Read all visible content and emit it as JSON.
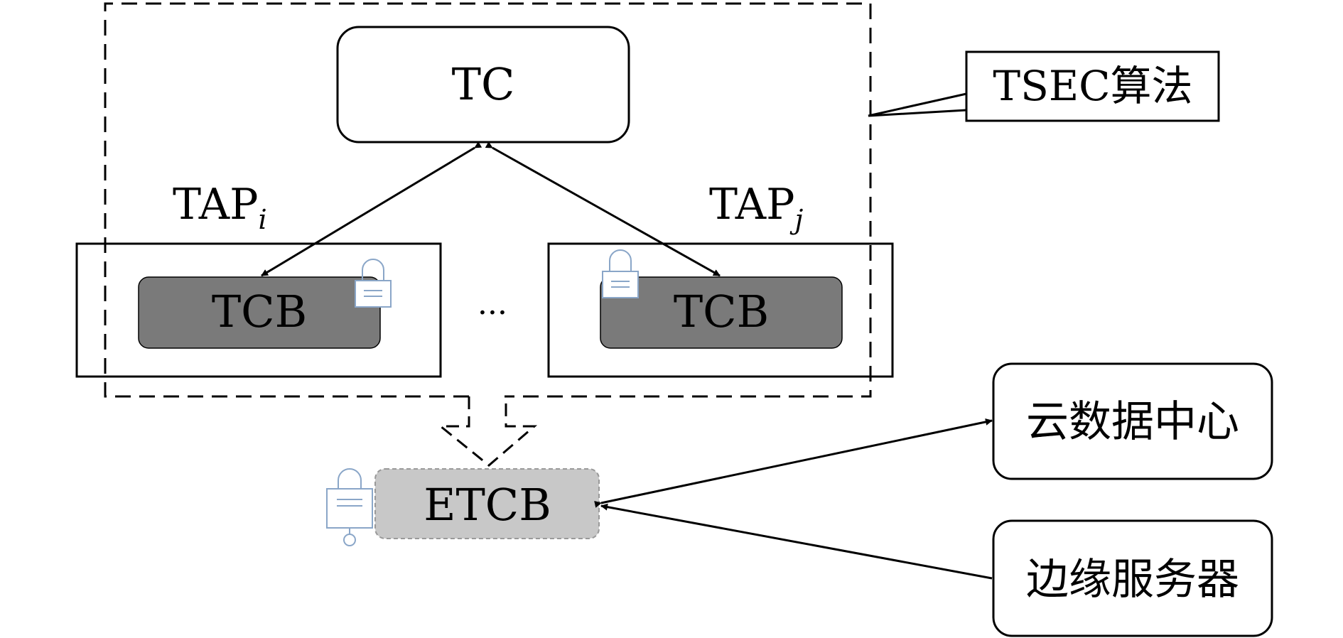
{
  "nodes": {
    "tc": {
      "label": "TC"
    },
    "tap_i": {
      "label": "TAP",
      "subscript": "i"
    },
    "tap_j": {
      "label": "TAP",
      "subscript": "j"
    },
    "tcb_i": {
      "label": "TCB"
    },
    "tcb_j": {
      "label": "TCB"
    },
    "ellipsis": {
      "label": "···"
    },
    "etcb": {
      "label": "ETCB"
    },
    "cloud": {
      "label": "云数据中心"
    },
    "edge": {
      "label": "边缘服务器"
    }
  },
  "callout": {
    "label": "TSEC算法"
  },
  "colors": {
    "tcb_fill": "#7a7a7a",
    "etcb_fill": "#c8c8c8",
    "lock_stroke": "#8aa6c8",
    "line": "#000000"
  },
  "icons": [
    "lock-icon",
    "lock-icon",
    "lock-key-icon"
  ]
}
